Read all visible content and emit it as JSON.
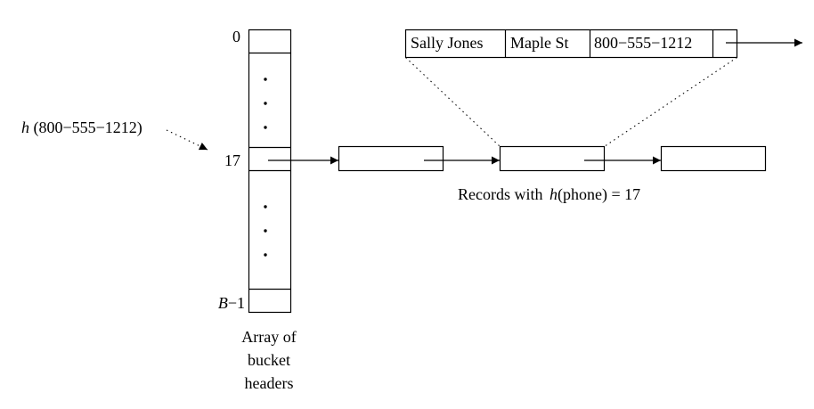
{
  "bucket_array": {
    "index_top": "0",
    "index_mid": "17",
    "index_bottom_var": "B",
    "index_bottom_rest": "−1",
    "caption_lines": [
      "Array of",
      "bucket",
      "headers"
    ]
  },
  "hash_call": {
    "fn": "h",
    "arg": " (800−555−1212)"
  },
  "record": {
    "fields": [
      "Sally Jones",
      "Maple St",
      "800−555−1212"
    ]
  },
  "chain_label": {
    "prefix": "Records with ",
    "fn": "h",
    "suffix": "(phone) = 17"
  }
}
